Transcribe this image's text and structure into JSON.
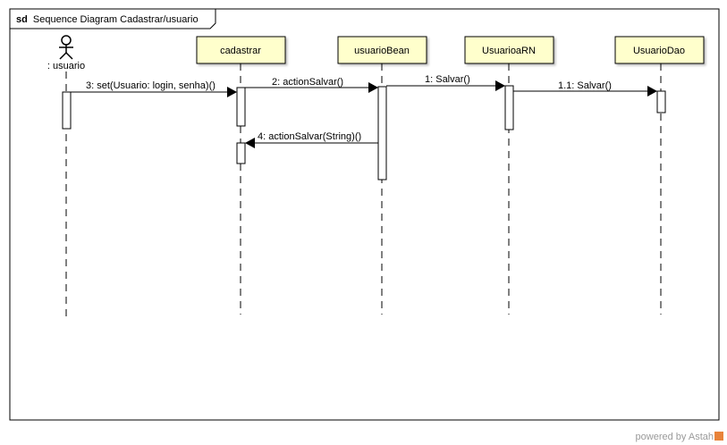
{
  "frame": {
    "keyword": "sd",
    "title": "Sequence Diagram Cadastrar/usuario"
  },
  "actor": {
    "name": ": usuario"
  },
  "lifelines": [
    {
      "name": "cadastrar"
    },
    {
      "name": "usuarioBean"
    },
    {
      "name": "UsuarioaRN"
    },
    {
      "name": "UsuarioDao"
    }
  ],
  "messages": [
    {
      "label": "3: set(Usuario: login, senha)()"
    },
    {
      "label": "2: actionSalvar()"
    },
    {
      "label": "1: Salvar()"
    },
    {
      "label": "1.1: Salvar()"
    },
    {
      "label": "4: actionSalvar(String)()"
    }
  ],
  "footer": {
    "text": "powered by Astah"
  },
  "colors": {
    "lifeline_fill": "#ffffcc",
    "line": "#000000",
    "footer_text": "#9a9a9a"
  }
}
